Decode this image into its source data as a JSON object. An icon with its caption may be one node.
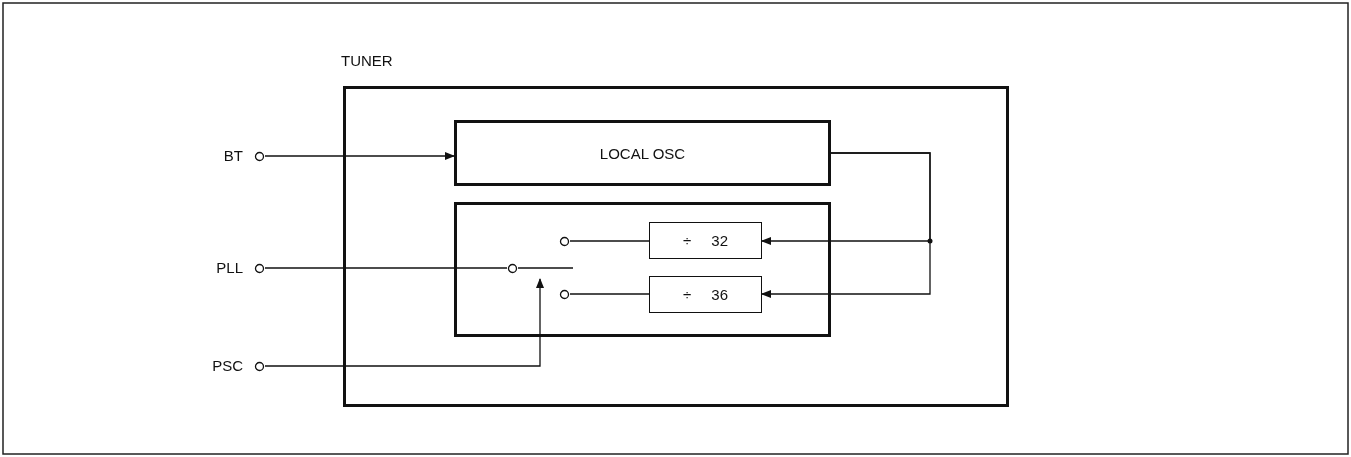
{
  "diagram": {
    "nodes": [
      {
        "text": [
          "TUNER"
        ]
      },
      {
        "text": [
          "BT"
        ]
      },
      {
        "text": [
          "LOCAL OSC"
        ],
        "in": 0
      },
      {
        "text": [],
        "shape": "box",
        "in": 0
      },
      {
        "text": [
          "÷ 32"
        ],
        "in": 3
      },
      {
        "text": [
          "÷ 36"
        ],
        "in": 3
      },
      {
        "text": [
          "PLL"
        ]
      },
      {
        "text": [
          "PSC"
        ]
      },
      {
        "text": [],
        "shape": "circle",
        "in": 3
      },
      {
        "text": [],
        "shape": "circle",
        "in": 3
      },
      {
        "text": [],
        "shape": "circle",
        "in": 3
      }
    ],
    "edges": [
      {
        "from": 1,
        "to": 2,
        "arrow": "to"
      },
      {
        "from": 2,
        "to": 4,
        "arrow": "to"
      },
      {
        "from": 2,
        "to": 5,
        "arrow": "to"
      },
      {
        "from": 4,
        "to": 9,
        "arrow": "none"
      },
      {
        "from": 5,
        "to": 10,
        "arrow": "none"
      },
      {
        "from": 6,
        "to": 8,
        "arrow": "none"
      },
      {
        "from": 7,
        "to": 8,
        "arrow": "to"
      }
    ]
  }
}
